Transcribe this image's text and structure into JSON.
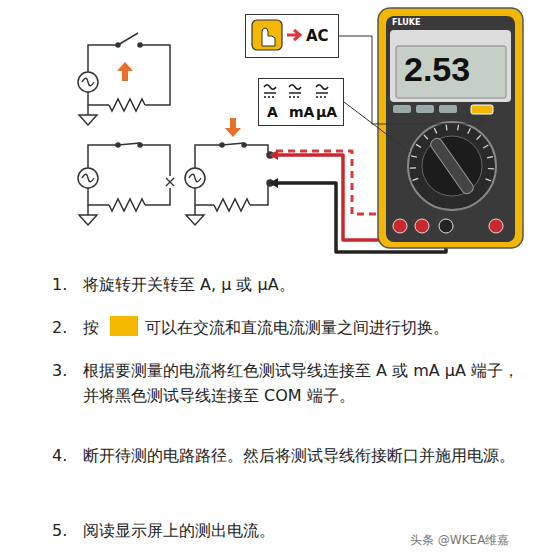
{
  "diagram": {
    "nodes": [
      {
        "text": [
          "AC"
        ]
      },
      {
        "text": [
          "A",
          "mA",
          "μA"
        ]
      }
    ],
    "labels": [
      "2.53",
      "1.",
      "将旋转开关转至 A, μ 或 μA。",
      "2.",
      "按",
      "可以在交流和直流电流测量之间进行切换。",
      "3.",
      "根据要测量的电流将红色测试导线连接至 A 或 mA μA 端子，并将黑色测试导线连接至 COM 端子。",
      "4.",
      "断开待测的电路路径。然后将测试导线衔接断口并施用电源。",
      "5.",
      "阅读显示屏上的测出电流。",
      "头条 @WKEA维嘉",
      "FLUKE"
    ]
  }
}
